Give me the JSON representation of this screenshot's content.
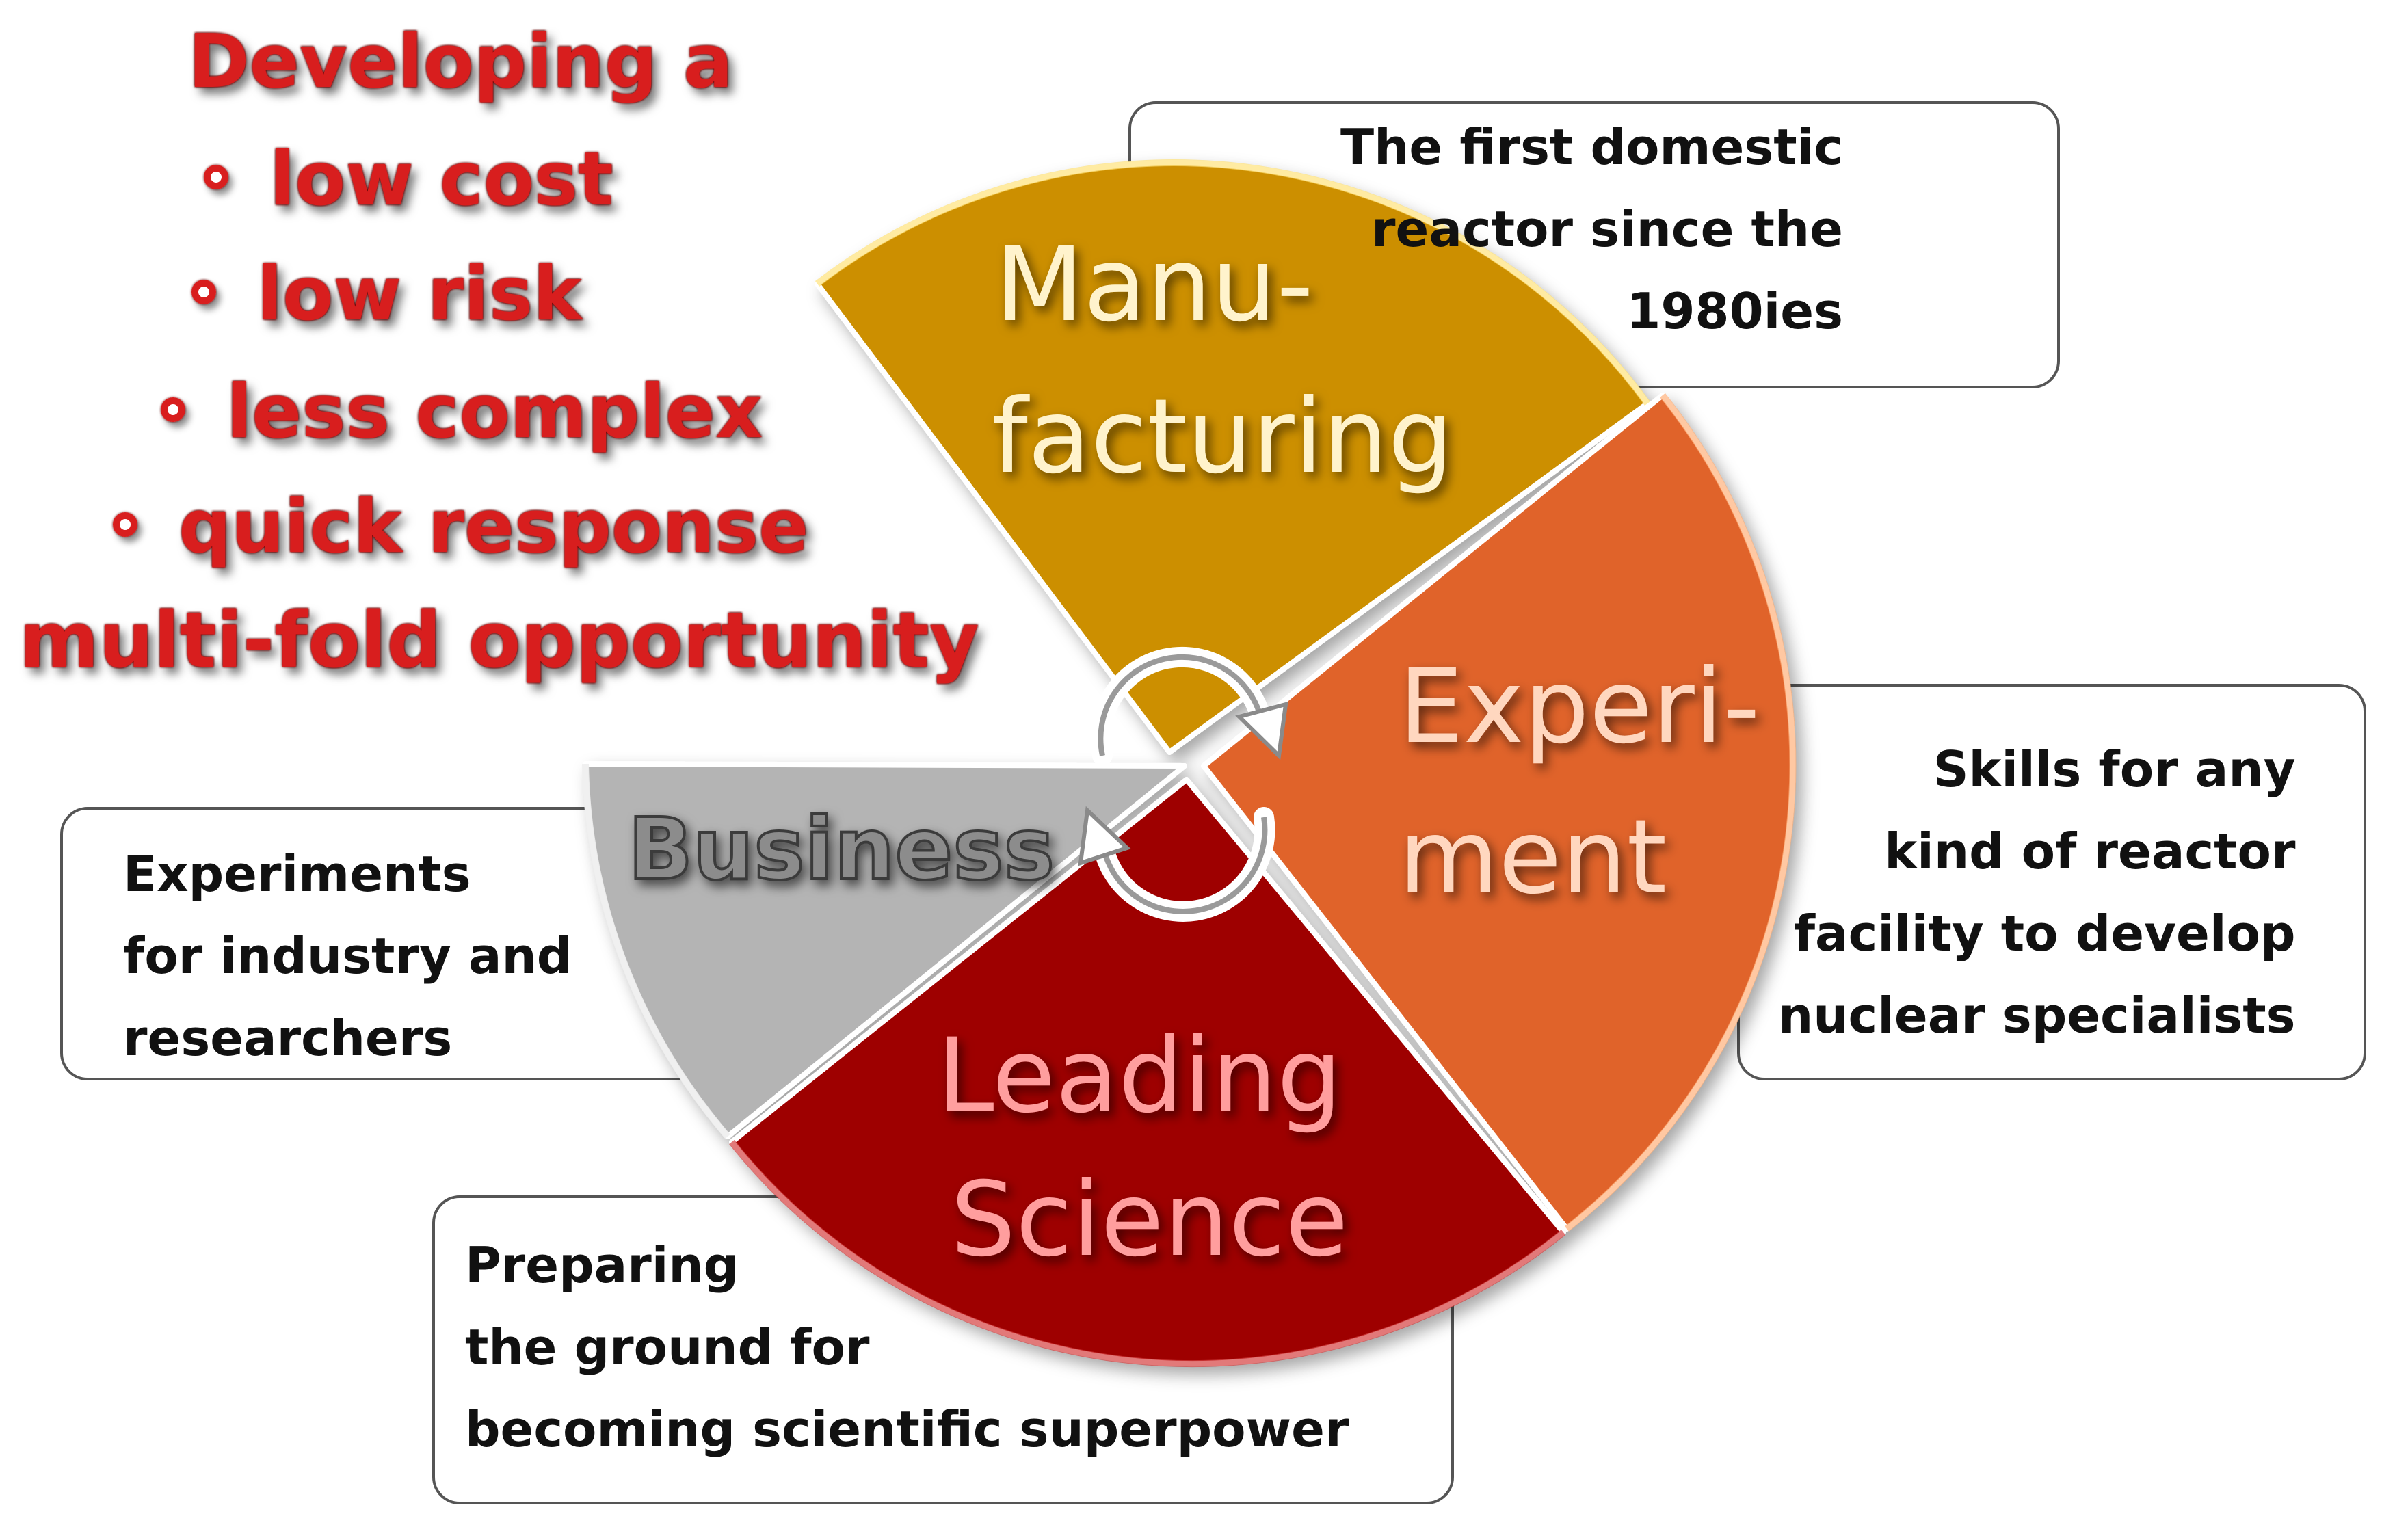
{
  "headline": {
    "title": "Developing  a",
    "bullets": [
      "low cost",
      "low risk",
      "less complex",
      "quick response"
    ],
    "footer": "multi-fold opportunity"
  },
  "segments": {
    "manufacturing": {
      "line1": "Manu-",
      "line2": "facturing",
      "color": "#cc8f00"
    },
    "experiment": {
      "line1": "Experi-",
      "line2": "ment",
      "color": "#e0642a"
    },
    "leading_science": {
      "line1": "Leading",
      "line2": "Science",
      "color": "#9e0000"
    },
    "business": {
      "line1": "Business",
      "color": "#b4b4b4"
    }
  },
  "callouts": {
    "manufacturing": "The first domestic\nreactor since the\n1980ies",
    "experiment": "Skills for any\nkind of reactor\nfacility to develop\nnuclear specialists",
    "business": "Experiments\nfor industry and\nresearchers",
    "leading_science": "Preparing\nthe ground for\nbecoming scientific superpower"
  },
  "icons": [
    "cycle-arrows-icon"
  ]
}
